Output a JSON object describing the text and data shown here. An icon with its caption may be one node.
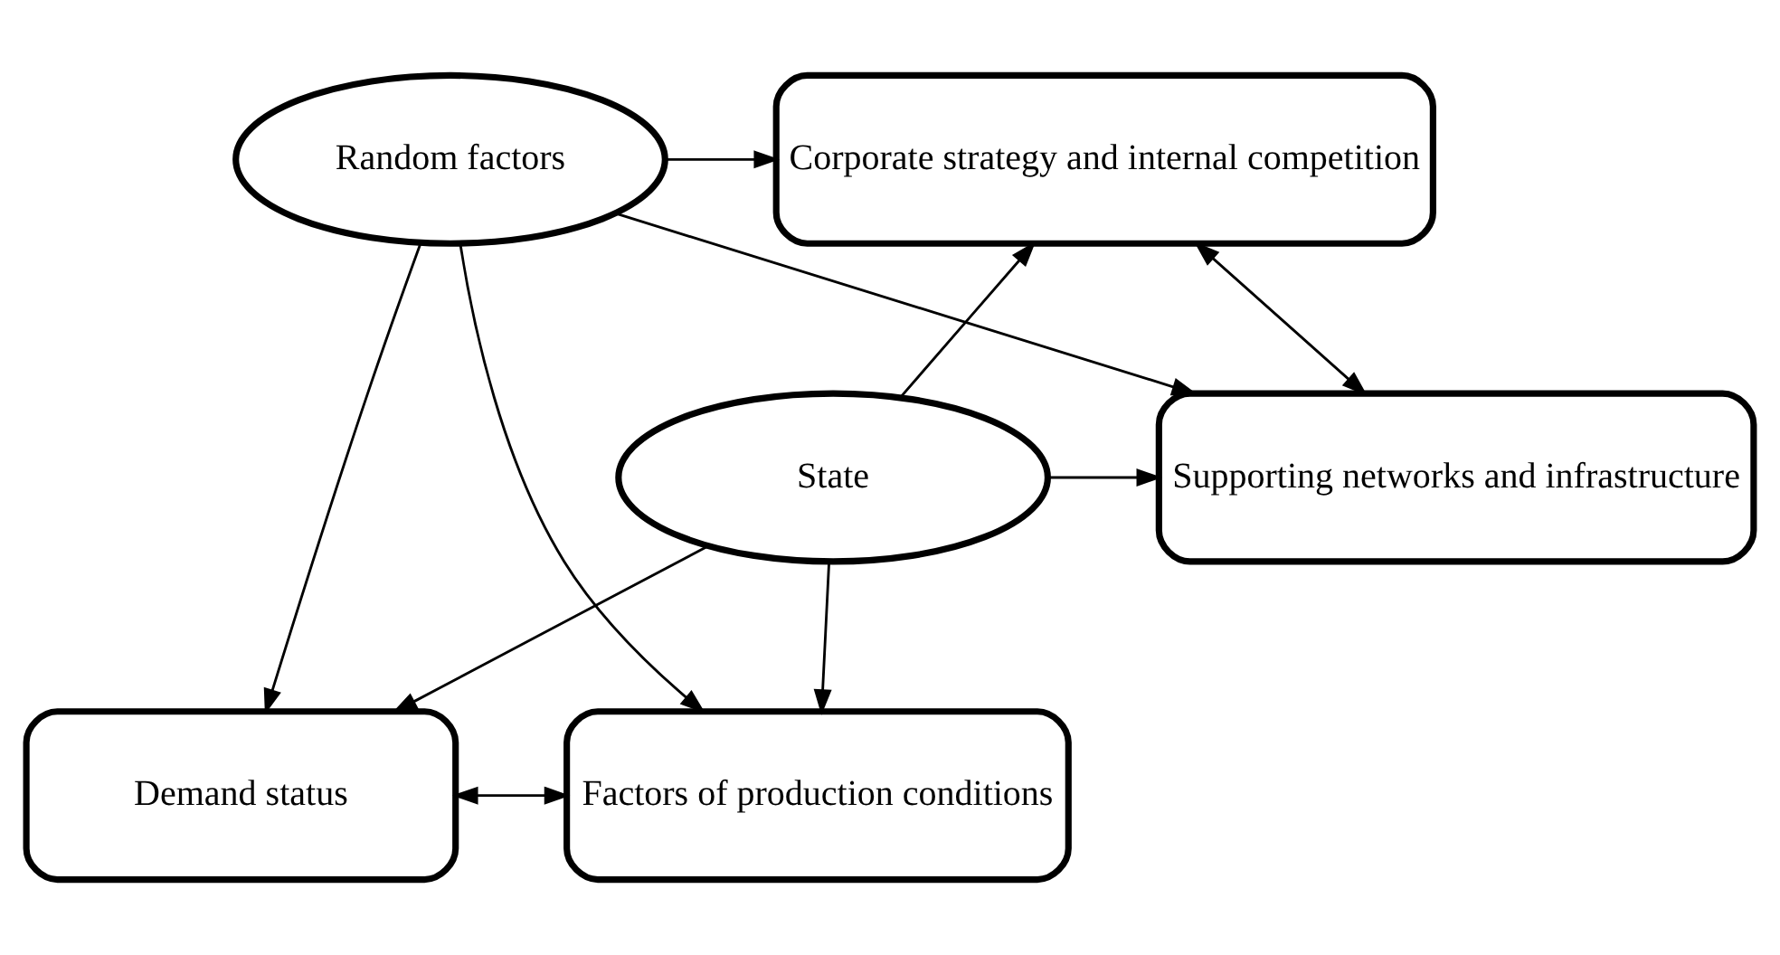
{
  "diagram": {
    "nodes": [
      {
        "text": [
          "Random factors"
        ]
      },
      {
        "text": [
          "Corporate strategy and internal competition"
        ]
      },
      {
        "text": [
          "Demand status"
        ]
      },
      {
        "text": [
          "Factors of production conditions"
        ]
      },
      {
        "text": [
          "Supporting networks and infrastructure"
        ]
      },
      {
        "text": [
          "State"
        ]
      }
    ],
    "edges": [
      {
        "from": 0,
        "to": 1,
        "arrow": "to"
      },
      {
        "from": 0,
        "to": 2,
        "arrow": "to"
      },
      {
        "from": 0,
        "to": 3,
        "arrow": "to"
      },
      {
        "from": 0,
        "to": 4,
        "arrow": "to"
      },
      {
        "from": 2,
        "to": 3,
        "arrow": "both"
      },
      {
        "from": 1,
        "to": 4,
        "arrow": "both"
      },
      {
        "from": 5,
        "to": 1,
        "arrow": "to"
      },
      {
        "from": 5,
        "to": 2,
        "arrow": "to"
      },
      {
        "from": 5,
        "to": 3,
        "arrow": "to"
      },
      {
        "from": 5,
        "to": 4,
        "arrow": "to"
      }
    ]
  }
}
